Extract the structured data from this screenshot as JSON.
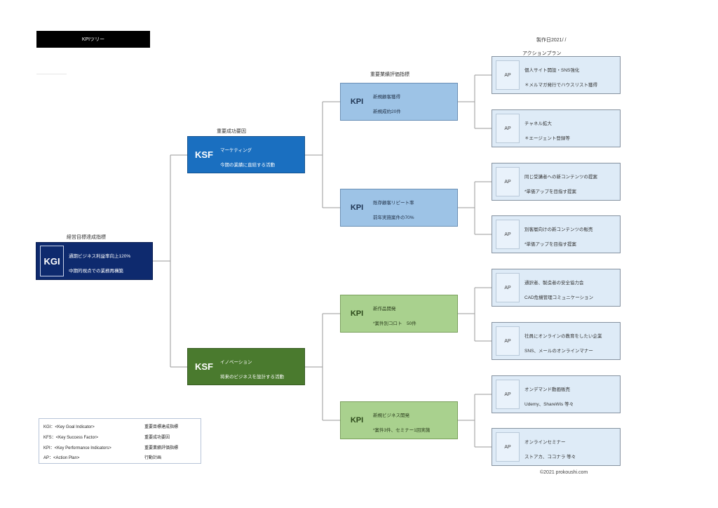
{
  "title": "KPIツリー",
  "created_date": "製作日2021/ /",
  "column_labels": {
    "kgi": "経営目標達成指標",
    "ksf": "重要成功要因",
    "kpi": "重要業績評価指標",
    "ap": "アクションプラン"
  },
  "kgi": {
    "tag": "KGI",
    "line1": "通期ビジネス利益率向上120%",
    "line2": "中期的視点での業務再構築"
  },
  "ksf": [
    {
      "tag": "KSF",
      "line1": "マーケティング",
      "line2": "今期の業績に直結する活動"
    },
    {
      "tag": "KSF",
      "line1": "イノベーション",
      "line2": "将来のビジネスを設計する活動"
    }
  ],
  "kpi": [
    {
      "tag": "KPI",
      "line1": "新規顧客獲得",
      "line2": "新規成約20件"
    },
    {
      "tag": "KPI",
      "line1": "既存顧客リピート率",
      "line2": "前年実施案件の70%"
    },
    {
      "tag": "KPI",
      "line1": "新作品開発",
      "line2": "*案件別コロト　50件"
    },
    {
      "tag": "KPI",
      "line1": "新規ビジネス開発",
      "line2": "*案件3件、セミナー1回実施"
    }
  ],
  "ap": [
    {
      "tag": "AP",
      "line1": "個人サイト開設・SNS強化",
      "line2": "＊メルマガ発行でハウスリスト獲得"
    },
    {
      "tag": "AP",
      "line1": "チャネル拡大",
      "line2": "＊エージェント登録等"
    },
    {
      "tag": "AP",
      "line1": "同じ受講者への新コンテンツの提案",
      "line2": "*単価アップを目指す提案"
    },
    {
      "tag": "AP",
      "line1": "別客層向けの新コンテンツの販売",
      "line2": "*単価アップを目指す提案"
    },
    {
      "tag": "AP",
      "line1": "通訳者、製造者の安全協力会",
      "line2": "CAD危機管理コミュニケーション"
    },
    {
      "tag": "AP",
      "line1": "社員にオンラインの教育をしたい企業",
      "line2": "SNS、メールのオンラインマナー"
    },
    {
      "tag": "AP",
      "line1": "オンデマンド動画販売",
      "line2": "Udemy、ShareWis 等々"
    },
    {
      "tag": "AP",
      "line1": "オンラインセミナー",
      "line2": "ストアカ、ココナラ 等々"
    }
  ],
  "legend": [
    {
      "term": "KGI：<Key Goal Indicator>",
      "meaning": "重要目標達成指標"
    },
    {
      "term": "KFS：<Key Success  Factor>",
      "meaning": "重要成功要因"
    },
    {
      "term": "KPI：<Key Performance Indicators>",
      "meaning": "重要業績評価指標"
    },
    {
      "term": "AP：<Action Plan>",
      "meaning": "行動計画"
    }
  ],
  "copyright": "©2021 prokoushi.com",
  "colors": {
    "kgi": "#0e2a6e",
    "ksf_marketing": "#1a6fc0",
    "ksf_innovation": "#4a7a2e",
    "kpi_blue": "#9dc3e6",
    "kpi_green": "#a9d18e",
    "ap": "#deebf7",
    "connector": "#9a9a9a"
  }
}
